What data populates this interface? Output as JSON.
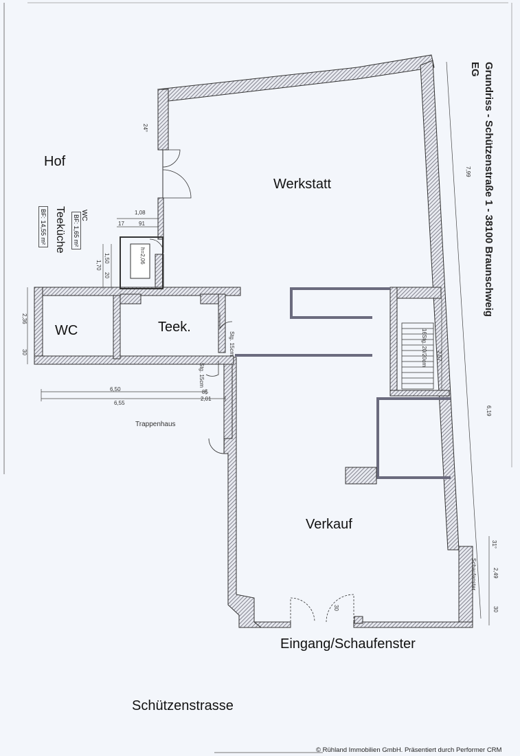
{
  "title": {
    "line1": "Grundriss - Schützenstraße 1 - 38100 Braunschweig",
    "line2": "EG"
  },
  "rooms": {
    "hof": "Hof",
    "werkstatt": "Werkstatt",
    "wc": "WC",
    "teekueche": "Teek.",
    "verkauf": "Verkauf",
    "trappenhaus": "Trappenhaus",
    "eingang": "Eingang/Schaufenster",
    "strasse": "Schützenstrasse",
    "schaufenster": "Schaufenster"
  },
  "area_boxes": {
    "wc_label": "WC",
    "wc_area": "BF: 1,65 m²",
    "tk_label": "Teeküche",
    "tk_area": "BF: 14,55 m²"
  },
  "dimensions": {
    "d108": "1,08",
    "d17": "17",
    "d91": "91",
    "d150": "1,50",
    "d20": "20",
    "d170": "1,70",
    "d650": "6,50",
    "d655": "6,55",
    "d85": "85",
    "d201": "2,01",
    "d236": "2,36",
    "d30a": "30",
    "d799": "7,99",
    "d619": "6,19",
    "d249": "2,49",
    "d30b": "30",
    "d257": "2,57",
    "d24deg": "24°",
    "d31deg": "31°",
    "stg1": "Stg. 15cm",
    "stg2": "Stg. 15cm",
    "h206": "h=2,06",
    "stair": "16Stg. 20/20cm",
    "door30": "30"
  },
  "copyright": "© Rühland Immobilien GmbH. Präsentiert durch Performer CRM",
  "colors": {
    "wall": "#3c3c46",
    "hatch": "#9a9aa6",
    "partition": "#6b6b7e",
    "background": "#f3f6fb"
  }
}
